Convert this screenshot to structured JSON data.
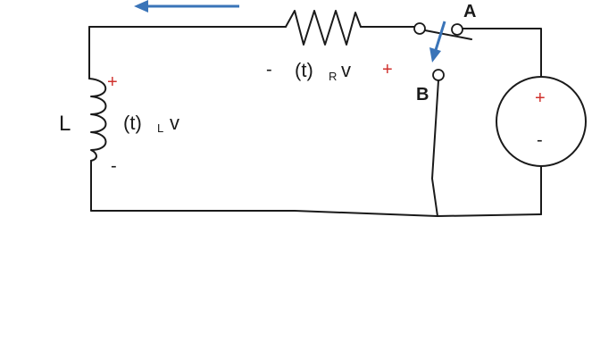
{
  "colors": {
    "wire": "#1a1a1a",
    "plus_sign": "#d0312d",
    "minus_sign": "#1a1a1a",
    "arrow": "#3a74b8"
  },
  "labels": {
    "switch_a": "A",
    "switch_b": "B",
    "inductor_name": "L",
    "inductor_voltage": "v",
    "inductor_voltage_sub": "L",
    "inductor_voltage_arg": "(t)",
    "resistor_voltage": "v",
    "resistor_voltage_sub": "R",
    "resistor_voltage_arg": "(t)"
  },
  "polarity": {
    "resistor_plus": "+",
    "resistor_minus": "-",
    "inductor_plus": "+",
    "inductor_minus": "-",
    "source_plus": "+",
    "source_minus": "-"
  },
  "icons": {
    "current_arrow": "left-arrow-icon",
    "switch_arrow": "down-arrow-icon"
  }
}
